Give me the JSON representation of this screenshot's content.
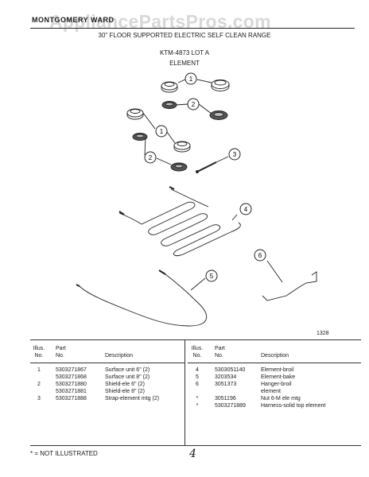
{
  "header": {
    "brand": "MONTGOMERY WARD",
    "watermark": "AppliancePartsPros.com",
    "title": "30\" FLOOR SUPPORTED ELECTRIC SELF CLEAN RANGE",
    "model": "KTM-4873 LOT A",
    "section": "ELEMENT"
  },
  "diagram": {
    "callouts": [
      "1",
      "2",
      "1",
      "2",
      "3",
      "4",
      "6",
      "5"
    ],
    "diagram_number": "1328"
  },
  "table": {
    "headers": {
      "illus_line1": "Illus.",
      "illus_line2": "No.",
      "part_line1": "Part",
      "part_line2": "No.",
      "description": "Description"
    },
    "left_rows": [
      {
        "no": "1",
        "part": "5303271867",
        "desc": "Surface unit 6\" (2)"
      },
      {
        "no": "",
        "part": "5303271868",
        "desc": "Surface unit 8\" (2)"
      },
      {
        "no": "2",
        "part": "5303271880",
        "desc": "Shield-ele 6\" (2)"
      },
      {
        "no": "",
        "part": "5303271881",
        "desc": "Shield-ele 8\" (2)"
      },
      {
        "no": "3",
        "part": "5303271888",
        "desc": "Strap-element mtg (2)"
      }
    ],
    "right_rows": [
      {
        "no": "4",
        "part": "5303051140",
        "desc": "Element-broil"
      },
      {
        "no": "5",
        "part": "3203534",
        "desc": "Element-bake"
      },
      {
        "no": "6",
        "part": "3051373",
        "desc": "Hanger-broil"
      },
      {
        "no": "",
        "part": "",
        "desc": "element"
      },
      {
        "no": "*",
        "part": "3051196",
        "desc": "Nut 6-M ele mtg"
      },
      {
        "no": "*",
        "part": "5303271889",
        "desc": "Harness-solid top element"
      }
    ]
  },
  "footer": {
    "note": "* = NOT ILLUSTRATED",
    "page": "4"
  }
}
